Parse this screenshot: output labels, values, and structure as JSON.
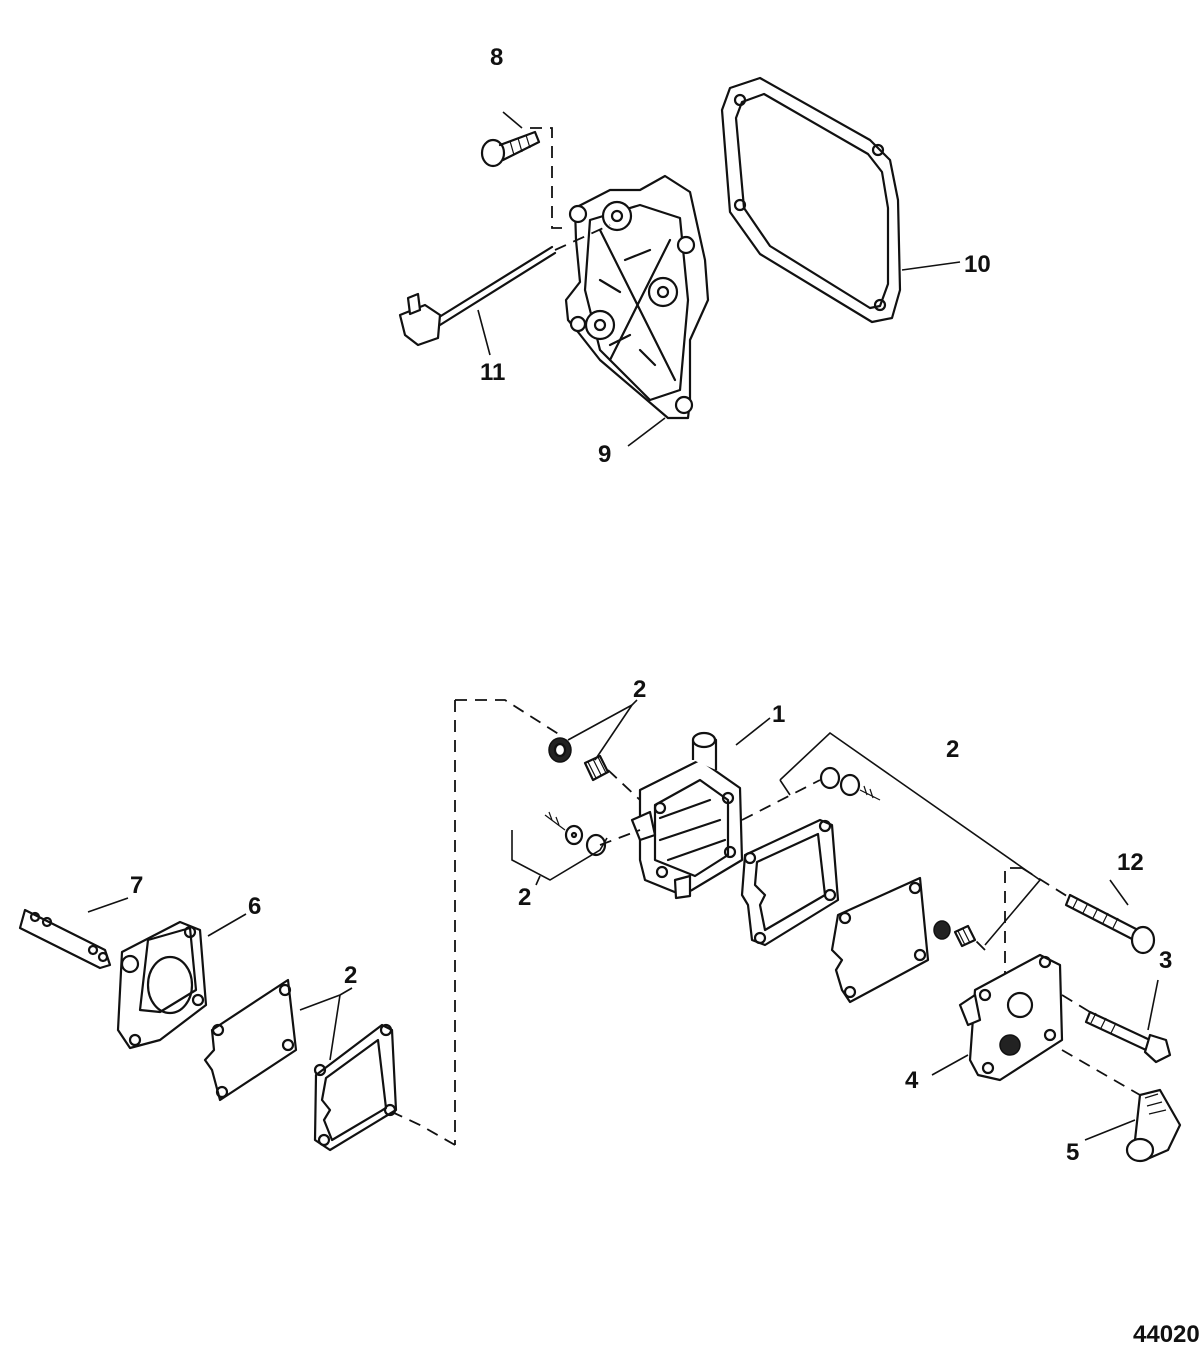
{
  "figure_number": "44020",
  "callouts": {
    "c1": "1",
    "c2a": "2",
    "c2b": "2",
    "c2c": "2",
    "c2d": "2",
    "c3": "3",
    "c4": "4",
    "c5": "5",
    "c6": "6",
    "c7": "7",
    "c8": "8",
    "c9": "9",
    "c10": "10",
    "c11": "11",
    "c12": "12"
  }
}
